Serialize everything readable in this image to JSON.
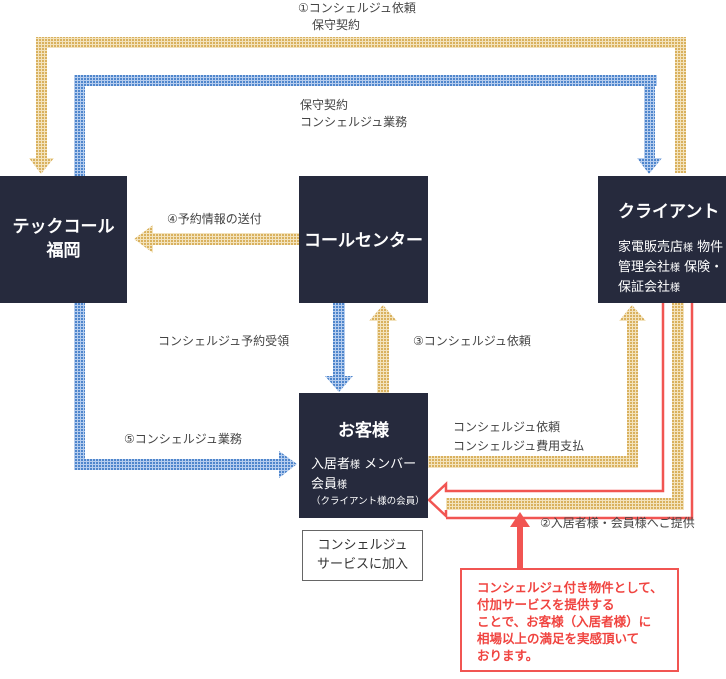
{
  "nodes": {
    "techcall": {
      "title_line1": "テックコール",
      "title_line2": "福岡"
    },
    "callcenter": {
      "title": "コールセンター"
    },
    "client": {
      "title": "クライアント",
      "items": [
        {
          "text": "家電販売店",
          "suffix": "様"
        },
        {
          "text": "物件管理会社",
          "suffix": "様"
        },
        {
          "text": "保険・保証会社",
          "suffix": "様"
        }
      ]
    },
    "customer": {
      "title": "お客様",
      "items": [
        {
          "text": "入居者",
          "suffix": "様"
        },
        {
          "text": "メンバー会員",
          "suffix": "様"
        }
      ],
      "note": "（クライアント様の会員）"
    }
  },
  "flows": {
    "f1": {
      "line1": "①コンシェルジュ依頼",
      "line2": "保守契約"
    },
    "f_contract": {
      "line1": "保守契約",
      "line2": "コンシェルジュ業務"
    },
    "f4": "④予約情報の送付",
    "f_receive": "コンシェルジュ予約受領",
    "f3": "③コンシェルジュ依頼",
    "f5": "⑤コンシェルジュ業務",
    "f_pay": {
      "line1": "コンシェルジュ依頼",
      "line2": "コンシェルジュ費用支払"
    },
    "f2": "②入居者様・会員様へご提供"
  },
  "join_box": {
    "line1": "コンシェルジュ",
    "line2": "サービスに加入"
  },
  "callout": {
    "lines": [
      "コンシェルジュ付き物件として、",
      "付加サービスを提供する",
      "ことで、お客様（入居者様）に",
      "相場以上の満足を実感頂いて",
      "おります。"
    ]
  },
  "colors": {
    "tan": "#e6c886",
    "blue": "#6f9fd8",
    "red": "#f15552",
    "node": "#262a3d"
  }
}
